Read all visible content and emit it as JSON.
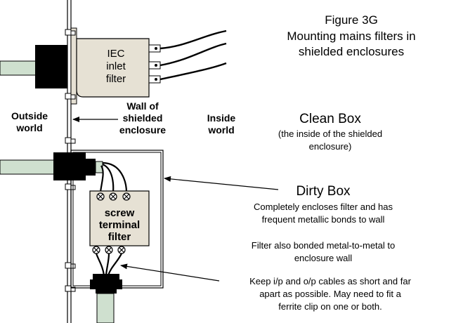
{
  "figure": {
    "number": "Figure 3G",
    "title_line1": "Mounting mains filters in",
    "title_line2": "shielded enclosures"
  },
  "labels": {
    "iec_line1": "IEC",
    "iec_line2": "inlet",
    "iec_line3": "filter",
    "wall_line1": "Wall of",
    "wall_line2": "shielded",
    "wall_line3": "enclosure",
    "outside_line1": "Outside",
    "outside_line2": "world",
    "inside_line1": "Inside",
    "inside_line2": "world",
    "screw_line1": "screw",
    "screw_line2": "terminal",
    "screw_line3": "filter"
  },
  "clean_box": {
    "title": "Clean Box",
    "desc_line1": "(the inside of the shielded",
    "desc_line2": "enclosure)"
  },
  "dirty_box": {
    "title": "Dirty Box",
    "desc_line1": "Completely encloses filter and has",
    "desc_line2": "frequent metallic bonds to wall"
  },
  "bond_note": {
    "line1": "Filter also bonded metal-to-metal to",
    "line2": "enclosure wall"
  },
  "cable_note": {
    "line1": "Keep i/p and o/p cables as short and far",
    "line2": "apart as possible. May need to fit a",
    "line3": "ferrite clip on one or both."
  },
  "colors": {
    "filter_fill": "#e6e1d4",
    "cable": "#cfe0cf",
    "outline": "#000000",
    "gland": "#000000"
  }
}
